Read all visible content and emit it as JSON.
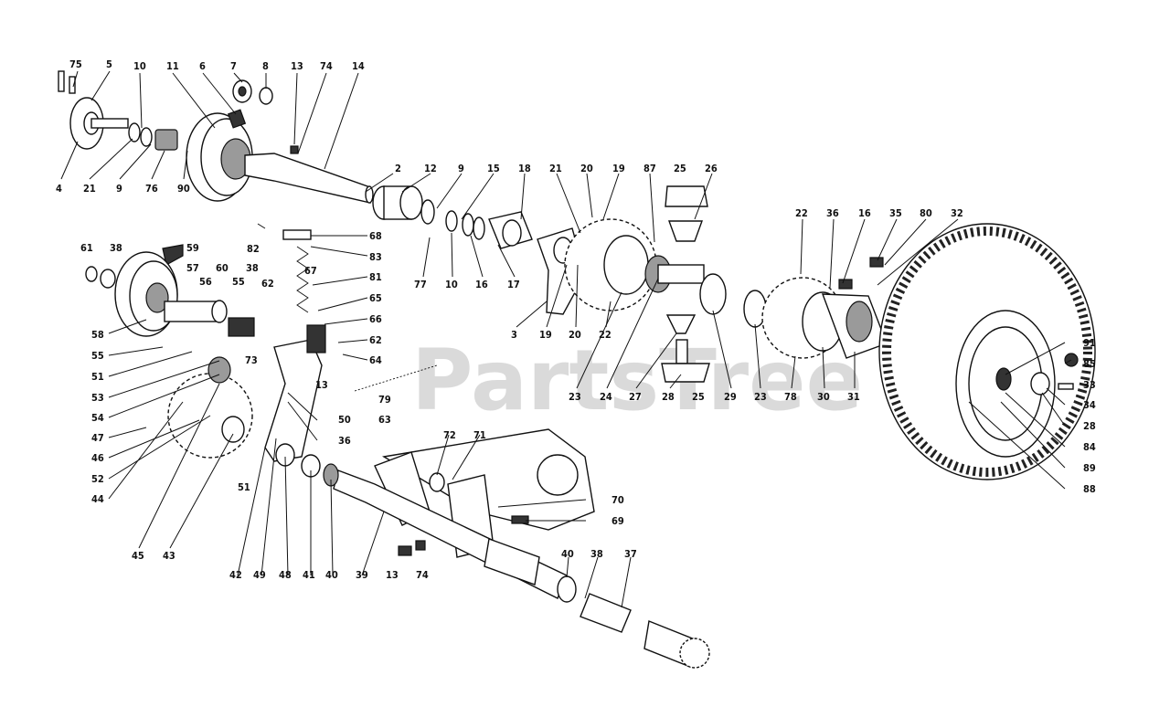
{
  "watermark": "PartsTree",
  "callouts": [
    {
      "id": "c75",
      "label": "75"
    },
    {
      "id": "c5",
      "label": "5"
    },
    {
      "id": "c10a",
      "label": "10"
    },
    {
      "id": "c11",
      "label": "11"
    },
    {
      "id": "c6",
      "label": "6"
    },
    {
      "id": "c7",
      "label": "7"
    },
    {
      "id": "c8",
      "label": "8"
    },
    {
      "id": "c13a",
      "label": "13"
    },
    {
      "id": "c74a",
      "label": "74"
    },
    {
      "id": "c14",
      "label": "14"
    },
    {
      "id": "c4",
      "label": "4"
    },
    {
      "id": "c21a",
      "label": "21"
    },
    {
      "id": "c9a",
      "label": "9"
    },
    {
      "id": "c76",
      "label": "76"
    },
    {
      "id": "c90",
      "label": "90"
    },
    {
      "id": "c2",
      "label": "2"
    },
    {
      "id": "c12",
      "label": "12"
    },
    {
      "id": "c9b",
      "label": "9"
    },
    {
      "id": "c15",
      "label": "15"
    },
    {
      "id": "c18",
      "label": "18"
    },
    {
      "id": "c21b",
      "label": "21"
    },
    {
      "id": "c20a",
      "label": "20"
    },
    {
      "id": "c19a",
      "label": "19"
    },
    {
      "id": "c87",
      "label": "87"
    },
    {
      "id": "c25a",
      "label": "25"
    },
    {
      "id": "c26",
      "label": "26"
    },
    {
      "id": "c82",
      "label": "82"
    },
    {
      "id": "c68",
      "label": "68"
    },
    {
      "id": "c83",
      "label": "83"
    },
    {
      "id": "c67",
      "label": "67"
    },
    {
      "id": "c81",
      "label": "81"
    },
    {
      "id": "c65",
      "label": "65"
    },
    {
      "id": "c66",
      "label": "66"
    },
    {
      "id": "c62a",
      "label": "62"
    },
    {
      "id": "c62b",
      "label": "62"
    },
    {
      "id": "c64",
      "label": "64"
    },
    {
      "id": "c77",
      "label": "77"
    },
    {
      "id": "c10b",
      "label": "10"
    },
    {
      "id": "c16a",
      "label": "16"
    },
    {
      "id": "c17",
      "label": "17"
    },
    {
      "id": "c3",
      "label": "3"
    },
    {
      "id": "c19b",
      "label": "19"
    },
    {
      "id": "c20b",
      "label": "20"
    },
    {
      "id": "c22a",
      "label": "22"
    },
    {
      "id": "c23a",
      "label": "23"
    },
    {
      "id": "c24",
      "label": "24"
    },
    {
      "id": "c27",
      "label": "27"
    },
    {
      "id": "c28a",
      "label": "28"
    },
    {
      "id": "c25b",
      "label": "25"
    },
    {
      "id": "c29",
      "label": "29"
    },
    {
      "id": "c23b",
      "label": "23"
    },
    {
      "id": "c78",
      "label": "78"
    },
    {
      "id": "c30",
      "label": "30"
    },
    {
      "id": "c31",
      "label": "31"
    },
    {
      "id": "c22b",
      "label": "22"
    },
    {
      "id": "c36a",
      "label": "36"
    },
    {
      "id": "c16b",
      "label": "16"
    },
    {
      "id": "c35",
      "label": "35"
    },
    {
      "id": "c80",
      "label": "80"
    },
    {
      "id": "c32",
      "label": "32"
    },
    {
      "id": "c91",
      "label": "91"
    },
    {
      "id": "c85",
      "label": "85"
    },
    {
      "id": "c33",
      "label": "33"
    },
    {
      "id": "c34",
      "label": "34"
    },
    {
      "id": "c28b",
      "label": "28"
    },
    {
      "id": "c84",
      "label": "84"
    },
    {
      "id": "c89",
      "label": "89"
    },
    {
      "id": "c88",
      "label": "88"
    },
    {
      "id": "c61",
      "label": "61"
    },
    {
      "id": "c38a",
      "label": "38"
    },
    {
      "id": "c59",
      "label": "59"
    },
    {
      "id": "c57",
      "label": "57"
    },
    {
      "id": "c60",
      "label": "60"
    },
    {
      "id": "c38b",
      "label": "38"
    },
    {
      "id": "c56",
      "label": "56"
    },
    {
      "id": "c55a",
      "label": "55"
    },
    {
      "id": "c58",
      "label": "58"
    },
    {
      "id": "c55b",
      "label": "55"
    },
    {
      "id": "c51a",
      "label": "51"
    },
    {
      "id": "c53",
      "label": "53"
    },
    {
      "id": "c54",
      "label": "54"
    },
    {
      "id": "c47",
      "label": "47"
    },
    {
      "id": "c46",
      "label": "46"
    },
    {
      "id": "c52",
      "label": "52"
    },
    {
      "id": "c44",
      "label": "44"
    },
    {
      "id": "c73",
      "label": "73"
    },
    {
      "id": "c13b",
      "label": "13"
    },
    {
      "id": "c79",
      "label": "79"
    },
    {
      "id": "c63",
      "label": "63"
    },
    {
      "id": "c50",
      "label": "50"
    },
    {
      "id": "c36b",
      "label": "36"
    },
    {
      "id": "c51b",
      "label": "51"
    },
    {
      "id": "c72",
      "label": "72"
    },
    {
      "id": "c71",
      "label": "71"
    },
    {
      "id": "c70",
      "label": "70"
    },
    {
      "id": "c69",
      "label": "69"
    },
    {
      "id": "c45",
      "label": "45"
    },
    {
      "id": "c43",
      "label": "43"
    },
    {
      "id": "c42",
      "label": "42"
    },
    {
      "id": "c49",
      "label": "49"
    },
    {
      "id": "c48",
      "label": "48"
    },
    {
      "id": "c41",
      "label": "41"
    },
    {
      "id": "c40a",
      "label": "40"
    },
    {
      "id": "c39",
      "label": "39"
    },
    {
      "id": "c13c",
      "label": "13"
    },
    {
      "id": "c74b",
      "label": "74"
    },
    {
      "id": "c40b",
      "label": "40"
    },
    {
      "id": "c38c",
      "label": "38"
    },
    {
      "id": "c37",
      "label": "37"
    }
  ]
}
